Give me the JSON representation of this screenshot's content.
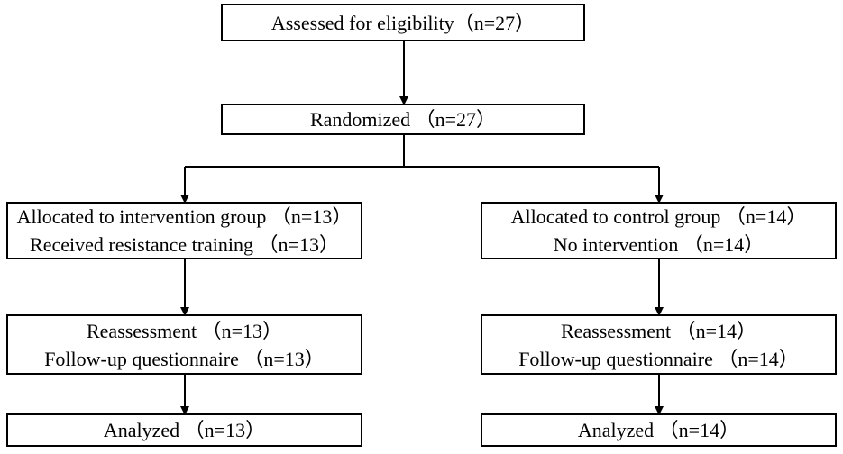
{
  "flowchart": {
    "eligibility": "Assessed for eligibility（n=27）",
    "randomized": "Randomized （n=27）",
    "intervention": {
      "allocated": "Allocated to intervention group （n=13）",
      "received": "Received resistance training （n=13）",
      "reassessment": "Reassessment （n=13）",
      "questionnaire": "Follow-up questionnaire （n=13）",
      "analyzed": "Analyzed （n=13）"
    },
    "control": {
      "allocated": "Allocated to control group （n=14）",
      "received": "No intervention （n=14）",
      "reassessment": "Reassessment （n=14）",
      "questionnaire": "Follow-up questionnaire （n=14）",
      "analyzed": "Analyzed （n=14）"
    }
  }
}
